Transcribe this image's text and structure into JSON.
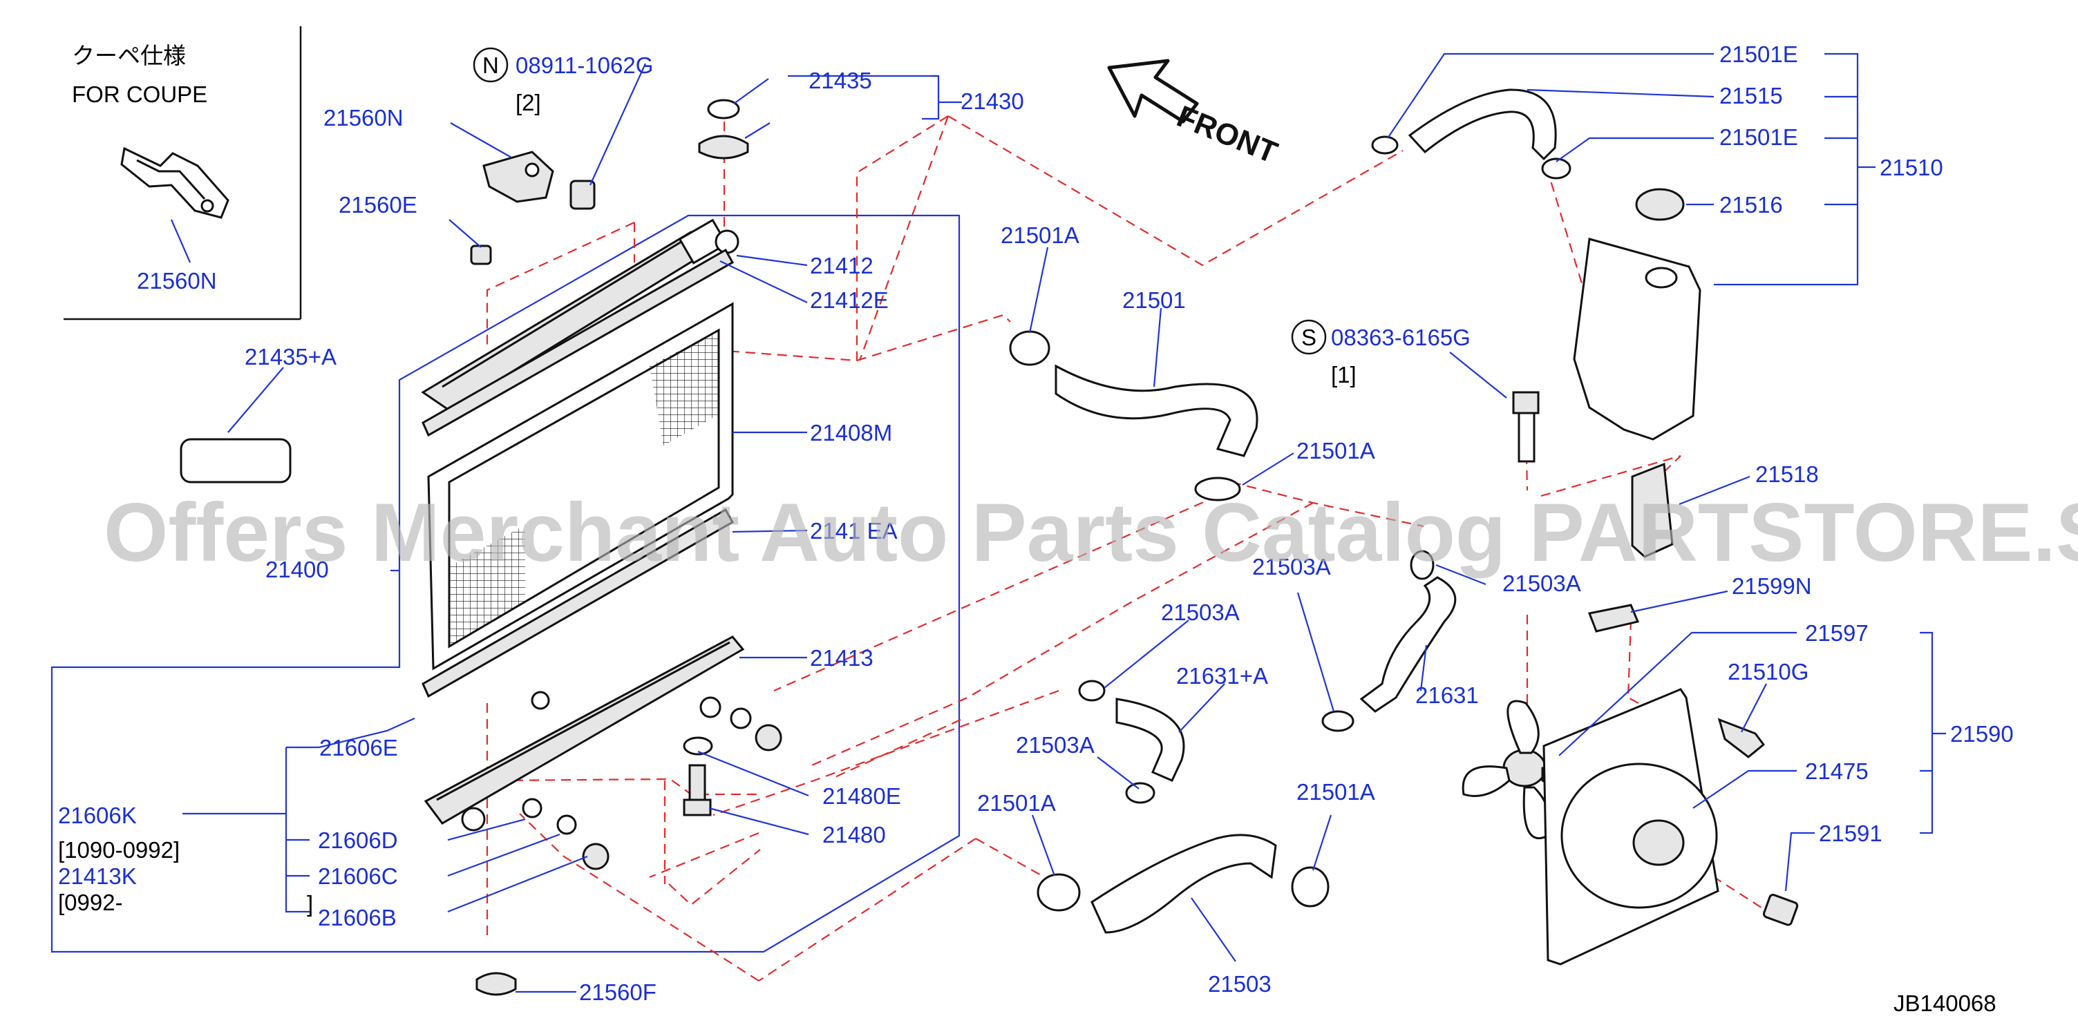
{
  "diagram": {
    "code": "JB140068",
    "watermark": "Offers Merchant Auto Parts Catalog PARTSTORE.SA",
    "inset_title_jp": "クーペ仕様",
    "inset_title_en": "FOR  COUPE",
    "front_label": "FRONT",
    "colors": {
      "label": "#1a2fd0",
      "leader": "#1f36d6",
      "dashed": "#e32b2b",
      "parts": "#111111"
    }
  },
  "labels": {
    "p21560N_inset": "21560N",
    "p21560N": "21560N",
    "p08911": "08911-1062G",
    "p08911_qty": "[2]",
    "p08911_sym": "N",
    "p21435": "21435",
    "p21430": "21430",
    "p21560E": "21560E",
    "p21412": "21412",
    "p21412E": "21412E",
    "p21435A": "21435+A",
    "p21408M": "21408M",
    "p2141EA": "2141 EA",
    "p21400": "21400",
    "p21413": "21413",
    "p21606E": "21606E",
    "p21606K": "21606K",
    "p21606K_range": "[1090-0992]",
    "p21413K": "21413K",
    "p21413K_range": "[0992-",
    "p21413K_close": "]",
    "p21606D": "21606D",
    "p21606C": "21606C",
    "p21606B": "21606B",
    "p21480E": "21480E",
    "p21480": "21480",
    "p21560F": "21560F",
    "p21501A_1": "21501A",
    "p21501": "21501",
    "p21501A_2": "21501A",
    "p21503A_1": "21503A",
    "p21503A_2": "21503A",
    "p21503A_3": "21503A",
    "p21631A": "21631+A",
    "p21503A_4": "21503A",
    "p21631": "21631",
    "p21501A_3": "21501A",
    "p21501A_4": "21501A",
    "p21503": "21503",
    "p21501E_1": "21501E",
    "p21515": "21515",
    "p21501E_2": "21501E",
    "p21510": "21510",
    "p21516": "21516",
    "p08363": "08363-6165G",
    "p08363_qty": "[1]",
    "p08363_sym": "S",
    "p21518": "21518",
    "p21599N": "21599N",
    "p21597": "21597",
    "p21510G": "21510G",
    "p21590": "21590",
    "p21475": "21475",
    "p21591": "21591"
  }
}
